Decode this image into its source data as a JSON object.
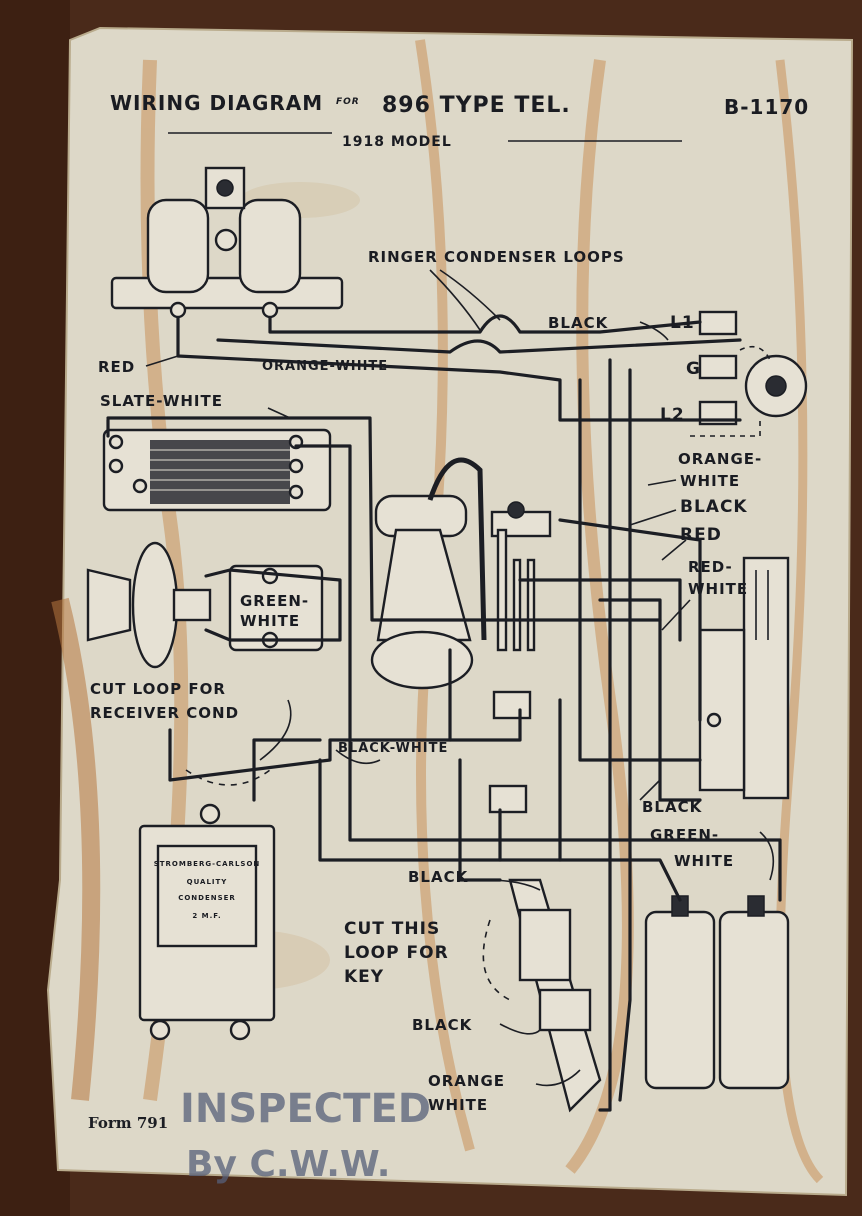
{
  "header": {
    "title_main": "WIRING DIAGRAM",
    "title_for": "FOR",
    "title_type": "896 TYPE TEL.",
    "code": "B-1170",
    "subtitle": "1918 MODEL"
  },
  "labels": {
    "ringer_condenser_loops": "RINGER CONDENSER LOOPS",
    "black_top": "BLACK",
    "l1": "L1",
    "g": "G",
    "l2": "L2",
    "red_left": "RED",
    "orange_white_top": "ORANGE-WHITE",
    "slate_white": "SLATE-WHITE",
    "orange_white_right_1": "ORANGE-",
    "orange_white_right_2": "WHITE",
    "black_right": "BLACK",
    "red_right": "RED",
    "red_white_right_1": "RED-",
    "red_white_right_2": "WHITE",
    "green_white_mid_1": "GREEN-",
    "green_white_mid_2": "WHITE",
    "cut_loop_receiver_1": "CUT LOOP FOR",
    "cut_loop_receiver_2": "RECEIVER COND",
    "black_white": "BLACK-WHITE",
    "black_lower_right": "BLACK",
    "green_white_bottom_1": "GREEN-",
    "green_white_bottom_2": "WHITE",
    "black_center": "BLACK",
    "cut_key_1": "CUT THIS",
    "cut_key_2": "LOOP FOR",
    "cut_key_3": "KEY",
    "black_bottom": "BLACK",
    "orange_white_bottom_1": "ORANGE",
    "orange_white_bottom_2": "WHITE"
  },
  "condenser_plate": {
    "line1": "STROMBERG-CARLSON",
    "line2": "QUALITY",
    "line3": "CONDENSER",
    "line4": "2 M.F."
  },
  "footer": {
    "form": "Form 791",
    "stamp_line1": "INSPECTED",
    "stamp_line2": "By C.W.W."
  },
  "colors": {
    "paper": "#ddd8c8",
    "ink": "#1c1e24",
    "stain": "#c9925a",
    "wood": "#4a2a1a",
    "stamp": "#57607a"
  }
}
